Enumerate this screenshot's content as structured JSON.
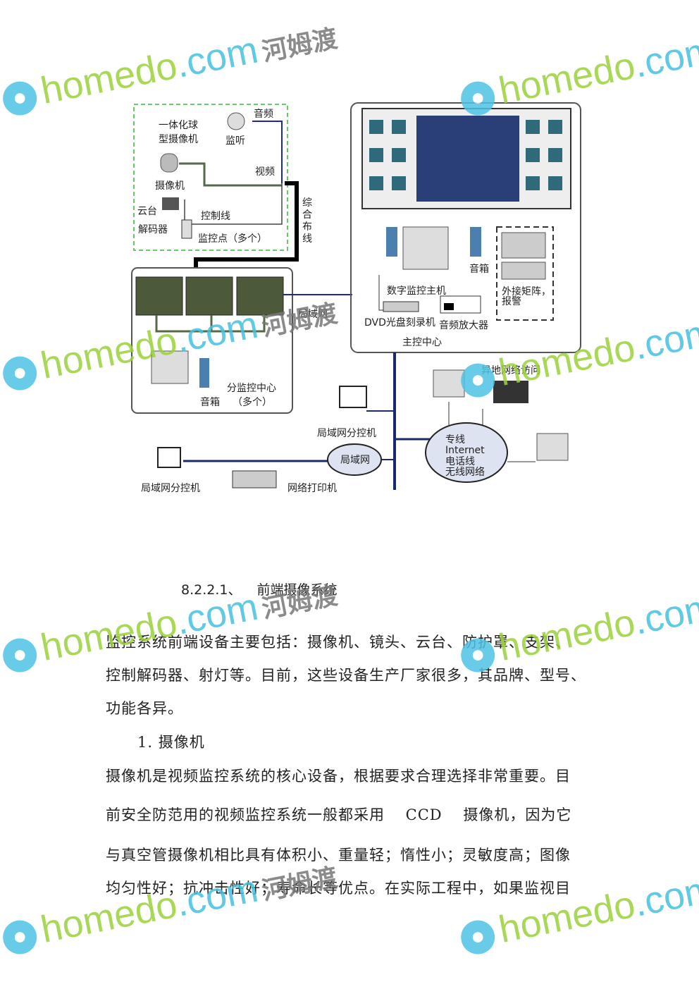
{
  "diagram": {
    "front": {
      "ptz_camera": "一体化球",
      "ptz_camera2": "型摄像机",
      "listen": "监听",
      "audio": "音频",
      "video": "视频",
      "camera": "摄像机",
      "pan_tilt": "云台",
      "decoder": "解码器",
      "control_line": "控制线",
      "points": "监控点（多个）",
      "cabling": [
        "综",
        "合",
        "布",
        "线"
      ]
    },
    "sub_center": {
      "lan": "局域网",
      "speaker": "音箱",
      "title": "分监控中心",
      "multi": "（多个）"
    },
    "main_center": {
      "speaker": "音箱",
      "host": "数字监控主机",
      "dvd": "DVD光盘刻录机",
      "amp": "音频放大器",
      "matrix": "外接矩阵，",
      "alarm": "报警",
      "title": "主控中心"
    },
    "network": {
      "remote": "异地网络访问",
      "lan_client_top": "局域网分控机",
      "lan_cloud": "局域网",
      "lan_client_left": "局域网分控机",
      "printer": "网络打印机",
      "wan": [
        "专线",
        "Internet",
        "电话线",
        "无线网络"
      ]
    }
  },
  "heading": {
    "number": "8.2.2.1、",
    "title": "前端摄像系统"
  },
  "body_lines": [
    "监控系统前端设备主要包括：摄像机、镜头、云台、防护罩、支架、",
    "控制解码器、射灯等。目前，这些设备生产厂家很多，其品牌、型号、",
    "功能各异。",
    "1.  摄像机",
    "摄像机是视频监控系统的核心设备，根据要求合理选择非常重要。目",
    "前安全防范用的视频监控系统一般都采用　 CCD　 摄像机，因为它",
    "与真空管摄像机相比具有体积小、重量轻；惰性小；灵敏度高；图像",
    "均匀性好；抗冲击性好；寿命长等优点。在实际工程中，如果监视目"
  ],
  "watermark": {
    "brand": "homedo",
    "domain": ".com",
    "cn": "河姆渡"
  }
}
